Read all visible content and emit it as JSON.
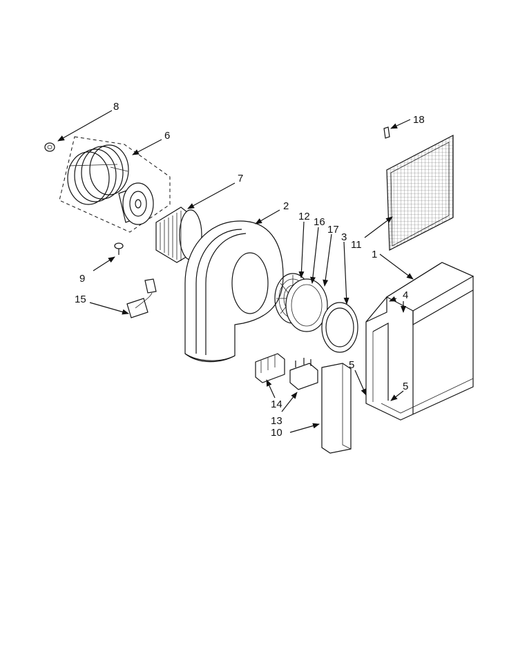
{
  "callouts": [
    {
      "id": "c8",
      "text": "8"
    },
    {
      "id": "c6",
      "text": "6"
    },
    {
      "id": "c7",
      "text": "7"
    },
    {
      "id": "c2",
      "text": "2"
    },
    {
      "id": "c9",
      "text": "9"
    },
    {
      "id": "c15",
      "text": "15"
    },
    {
      "id": "c12",
      "text": "12"
    },
    {
      "id": "c16",
      "text": "16"
    },
    {
      "id": "c17",
      "text": "17"
    },
    {
      "id": "c3",
      "text": "3"
    },
    {
      "id": "c11",
      "text": "11"
    },
    {
      "id": "c1",
      "text": "1"
    },
    {
      "id": "c4",
      "text": "4"
    },
    {
      "id": "c18",
      "text": "18"
    },
    {
      "id": "c5a",
      "text": "5"
    },
    {
      "id": "c5b",
      "text": "5"
    },
    {
      "id": "c14",
      "text": "14"
    },
    {
      "id": "c13",
      "text": "13"
    },
    {
      "id": "c10",
      "text": "10"
    }
  ]
}
